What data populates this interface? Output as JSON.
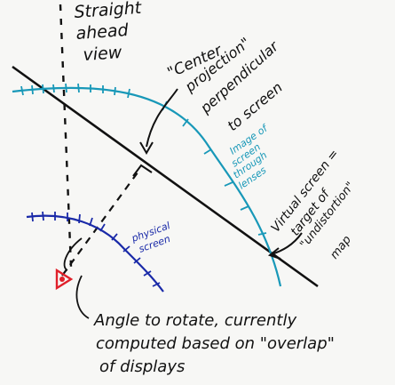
{
  "labels": {
    "straight_ahead_1": "Straight",
    "straight_ahead_2": "ahead",
    "straight_ahead_3": "view",
    "center_projection_1": "\"Center",
    "center_projection_2": "projection\"",
    "center_projection_3": "perpendicular",
    "center_projection_4": "to screen",
    "image_of_screen_1": "Image of",
    "image_of_screen_2": "screen",
    "image_of_screen_3": "through",
    "image_of_screen_4": "lenses",
    "physical_screen_1": "physical",
    "physical_screen_2": "screen",
    "virtual_screen_1": "Virtual screen =",
    "virtual_screen_2": "target of",
    "virtual_screen_3": "\"undistortion\"",
    "virtual_screen_4": "map",
    "angle_note_1": "Angle to rotate, currently",
    "angle_note_2": "computed based on \"overlap\"",
    "angle_note_3": "of displays"
  },
  "colors": {
    "ink_black": "#111111",
    "ink_cyan": "#1898b8",
    "ink_blue": "#1a2aa8",
    "ink_red": "#e0202a",
    "board": "#f7f7f5"
  }
}
